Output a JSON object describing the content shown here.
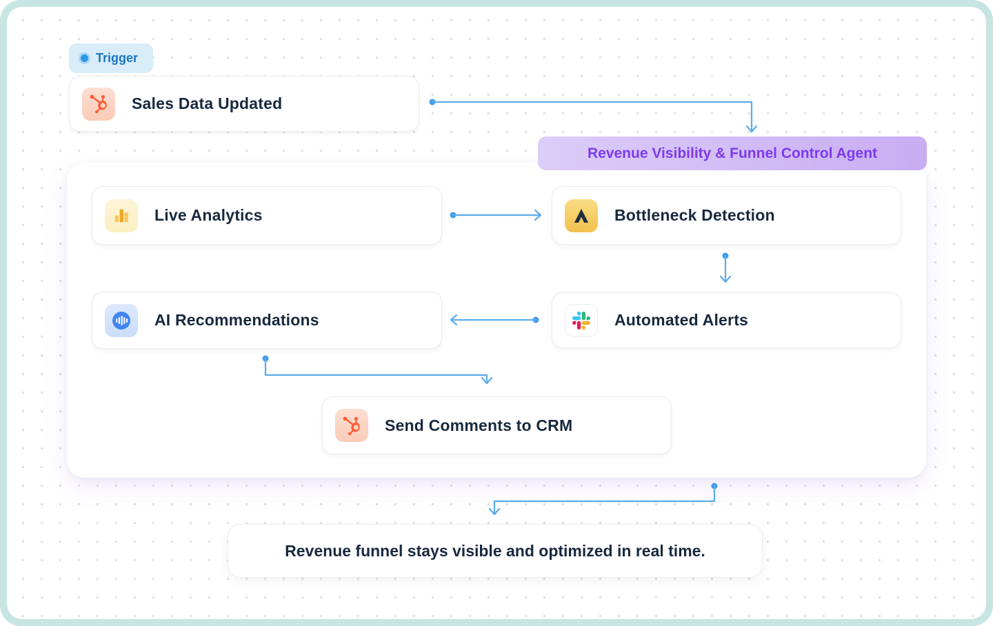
{
  "colors": {
    "frame": "#c7e5e2",
    "connector_line": "#5aabec",
    "connector_dot": "#429de9",
    "agent_accent": "#7c3aed",
    "agent_banner_gradient_start": "#dccdf8",
    "agent_banner_gradient_end": "#c9adf3",
    "hubspot_orange": "#ff5c35",
    "text_dark": "#17293e",
    "badge_bg": "#d8ecfa",
    "badge_text": "#1a77bd"
  },
  "trigger_badge": {
    "label": "Trigger"
  },
  "nodes": {
    "trigger": {
      "label": "Sales Data Updated",
      "icon": "hubspot"
    },
    "live_analytics": {
      "label": "Live Analytics",
      "icon": "bar-chart"
    },
    "bottleneck_detection": {
      "label": "Bottleneck Detection",
      "icon": "peak-a"
    },
    "automated_alerts": {
      "label": "Automated Alerts",
      "icon": "slack"
    },
    "ai_recommendations": {
      "label": "AI Recommendations",
      "icon": "waveform"
    },
    "send_comments": {
      "label": "Send Comments to CRM",
      "icon": "hubspot"
    }
  },
  "agent": {
    "banner_label": "Revenue Visibility & Funnel Control Agent"
  },
  "result": {
    "text": "Revenue funnel stays visible and optimized in real time."
  }
}
